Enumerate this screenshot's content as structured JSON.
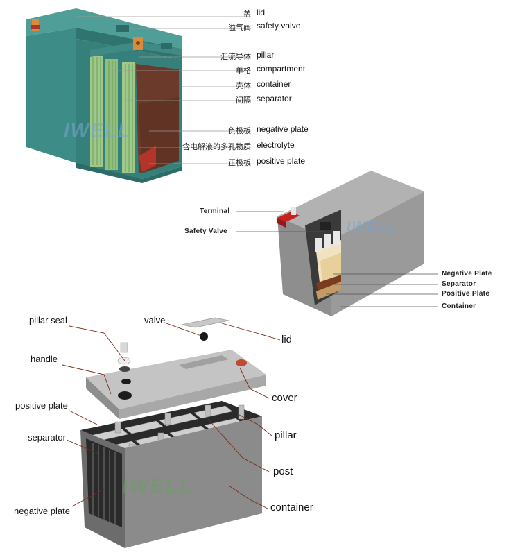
{
  "diagram1": {
    "labels": [
      {
        "cn": "盖",
        "en": "lid"
      },
      {
        "cn": "溢气阀",
        "en": "safety valve"
      },
      {
        "cn": "汇流导体",
        "en": "pillar"
      },
      {
        "cn": "单格",
        "en": "compartment"
      },
      {
        "cn": "壳体",
        "en": "container"
      },
      {
        "cn": "间隔",
        "en": "separator"
      },
      {
        "cn": "负极板",
        "en": "negative plate"
      },
      {
        "cn": "含电解液的多孔物质",
        "en": "electrolyte"
      },
      {
        "cn": "正极板",
        "en": "positive plate"
      }
    ],
    "logo": "IWELL"
  },
  "diagram2": {
    "labels": [
      "Terminal",
      "Safety Valve",
      "Negative Plate",
      "Separator",
      "Positive Plate",
      "Container"
    ],
    "logo": "IWELL"
  },
  "diagram3": {
    "labels_left": [
      "pillar seal",
      "handle",
      "positive plate",
      "separator",
      "negative plate"
    ],
    "labels_right": [
      "valve",
      "lid",
      "cover",
      "pillar",
      "post",
      "container"
    ],
    "logo": "IWELL"
  },
  "colors": {
    "teal_case": "#3e8c87",
    "teal_dark": "#2c6b67",
    "plate_green": "#9ec98a",
    "plate_brown": "#6b3a2a",
    "grey_case": "#8c8c8c",
    "grey_dark": "#5a5a5a",
    "terminal_red": "#c8201e",
    "leader_brown": "#7a2a16"
  }
}
